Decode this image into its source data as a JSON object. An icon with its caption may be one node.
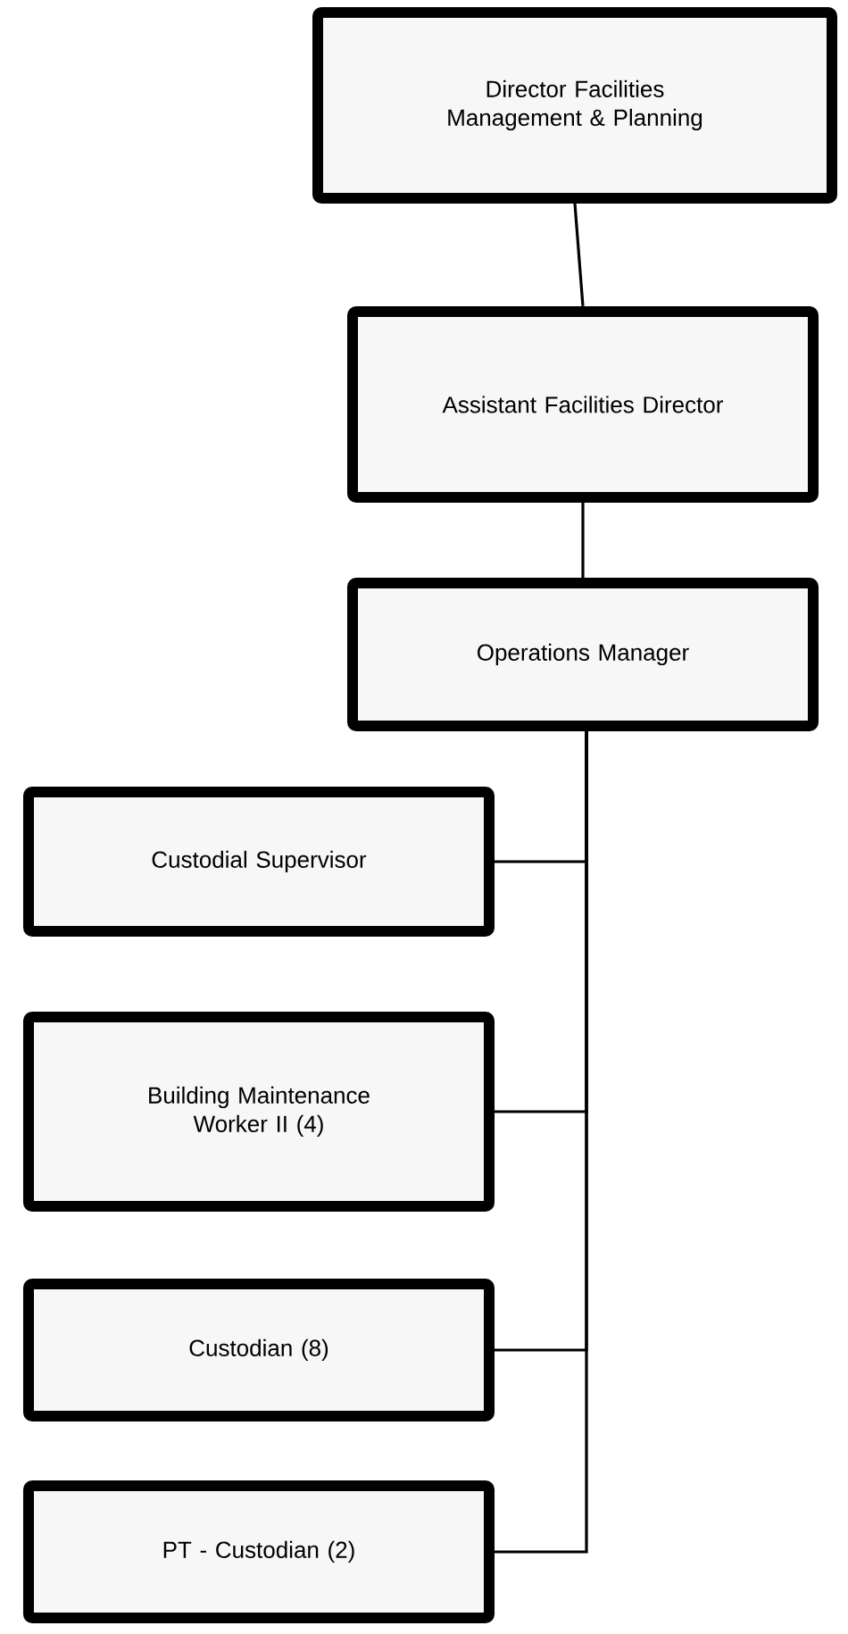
{
  "diagram": {
    "nodes": [
      {
        "text": [
          "Director Facilities Management & Planning"
        ]
      },
      {
        "text": [
          "Assistant Facilities Director"
        ]
      },
      {
        "text": [
          "Operations Manager"
        ]
      },
      {
        "text": [
          "Custodial Supervisor"
        ]
      },
      {
        "text": [
          "Building Maintenance Worker II (4)"
        ]
      },
      {
        "text": [
          "Custodian (8)"
        ]
      },
      {
        "text": [
          "PT - Custodian (2)"
        ]
      }
    ],
    "edges": [
      {
        "from": 0,
        "to": 1,
        "arrow": "none"
      },
      {
        "from": 1,
        "to": 2,
        "arrow": "none"
      },
      {
        "from": 2,
        "to": 3,
        "arrow": "none"
      },
      {
        "from": 2,
        "to": 4,
        "arrow": "none"
      },
      {
        "from": 2,
        "to": 5,
        "arrow": "none"
      },
      {
        "from": 2,
        "to": 6,
        "arrow": "none"
      }
    ]
  }
}
